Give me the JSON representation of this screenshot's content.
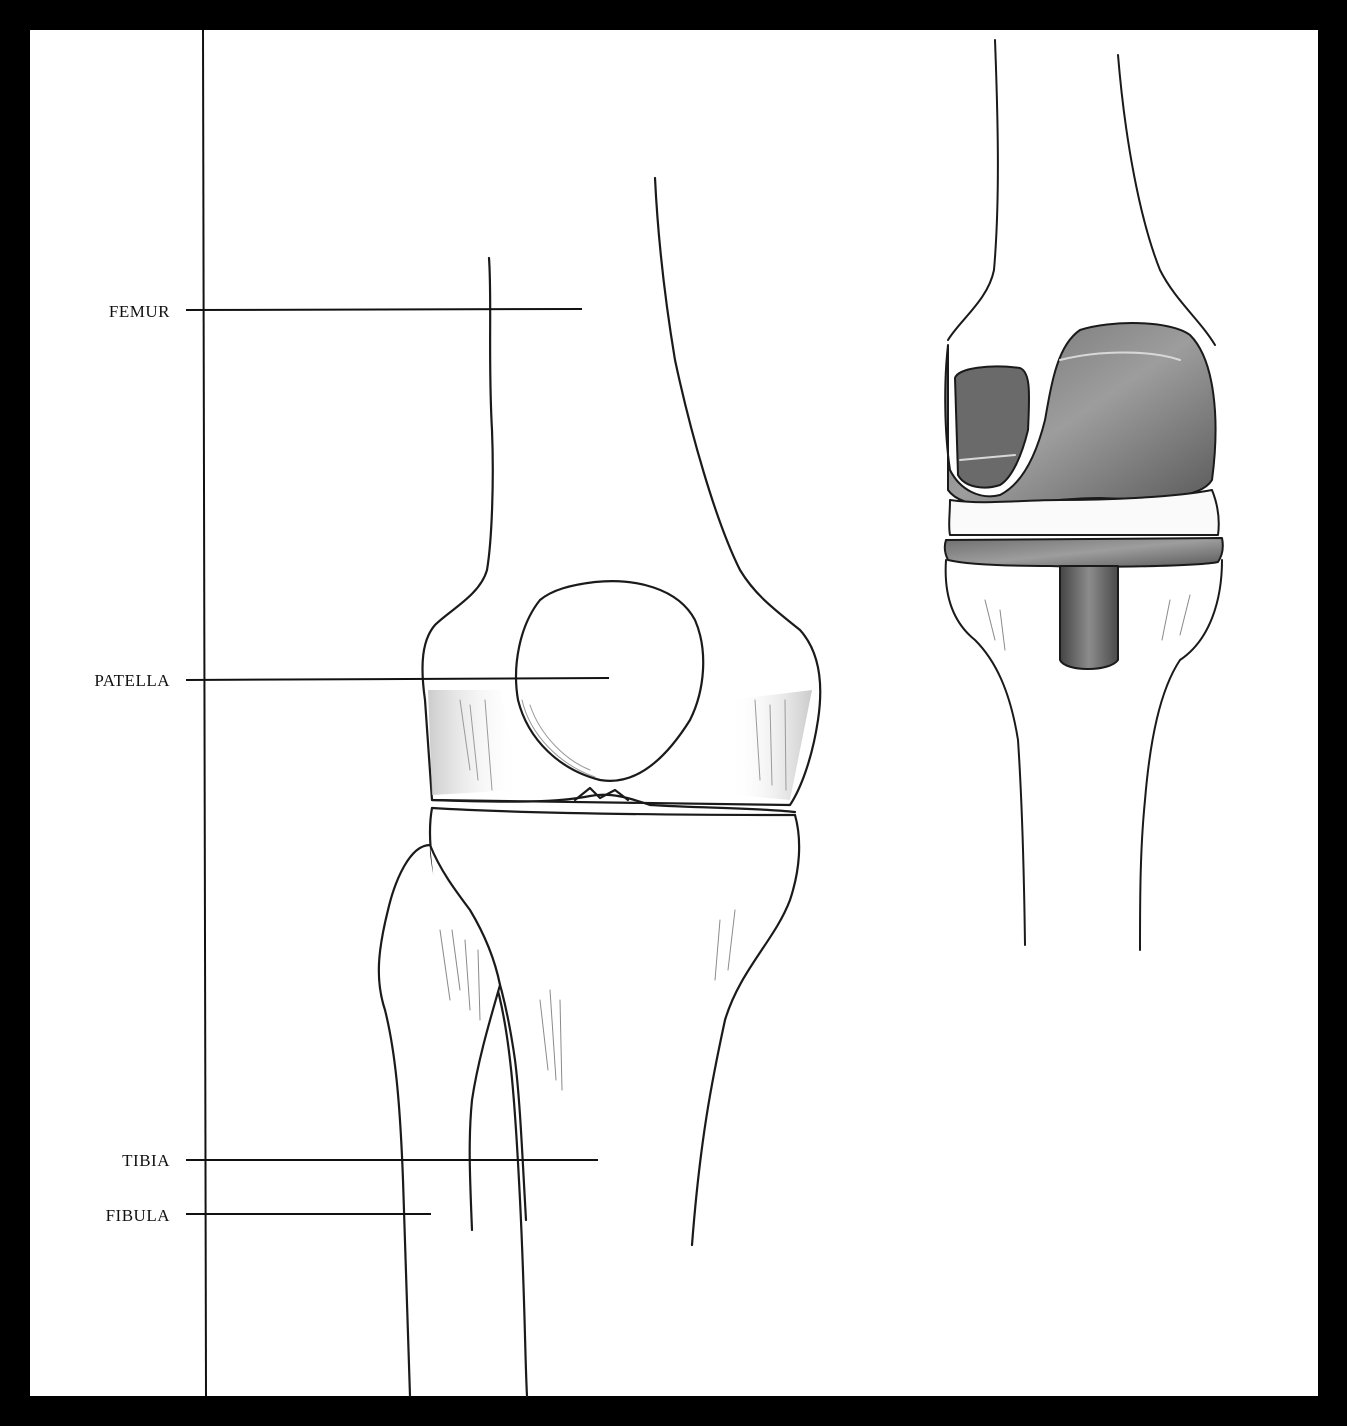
{
  "labels": {
    "femur": "FEMUR",
    "patella": "PATELLA",
    "tibia": "TIBIA",
    "fibula": "FIBULA"
  },
  "colors": {
    "frame": "#000000",
    "paper": "#ffffff",
    "ink": "#1a1a1a",
    "implant_metal": "#8a8a8a",
    "implant_dark": "#555555",
    "bone_shade": "#c8c8c8"
  }
}
